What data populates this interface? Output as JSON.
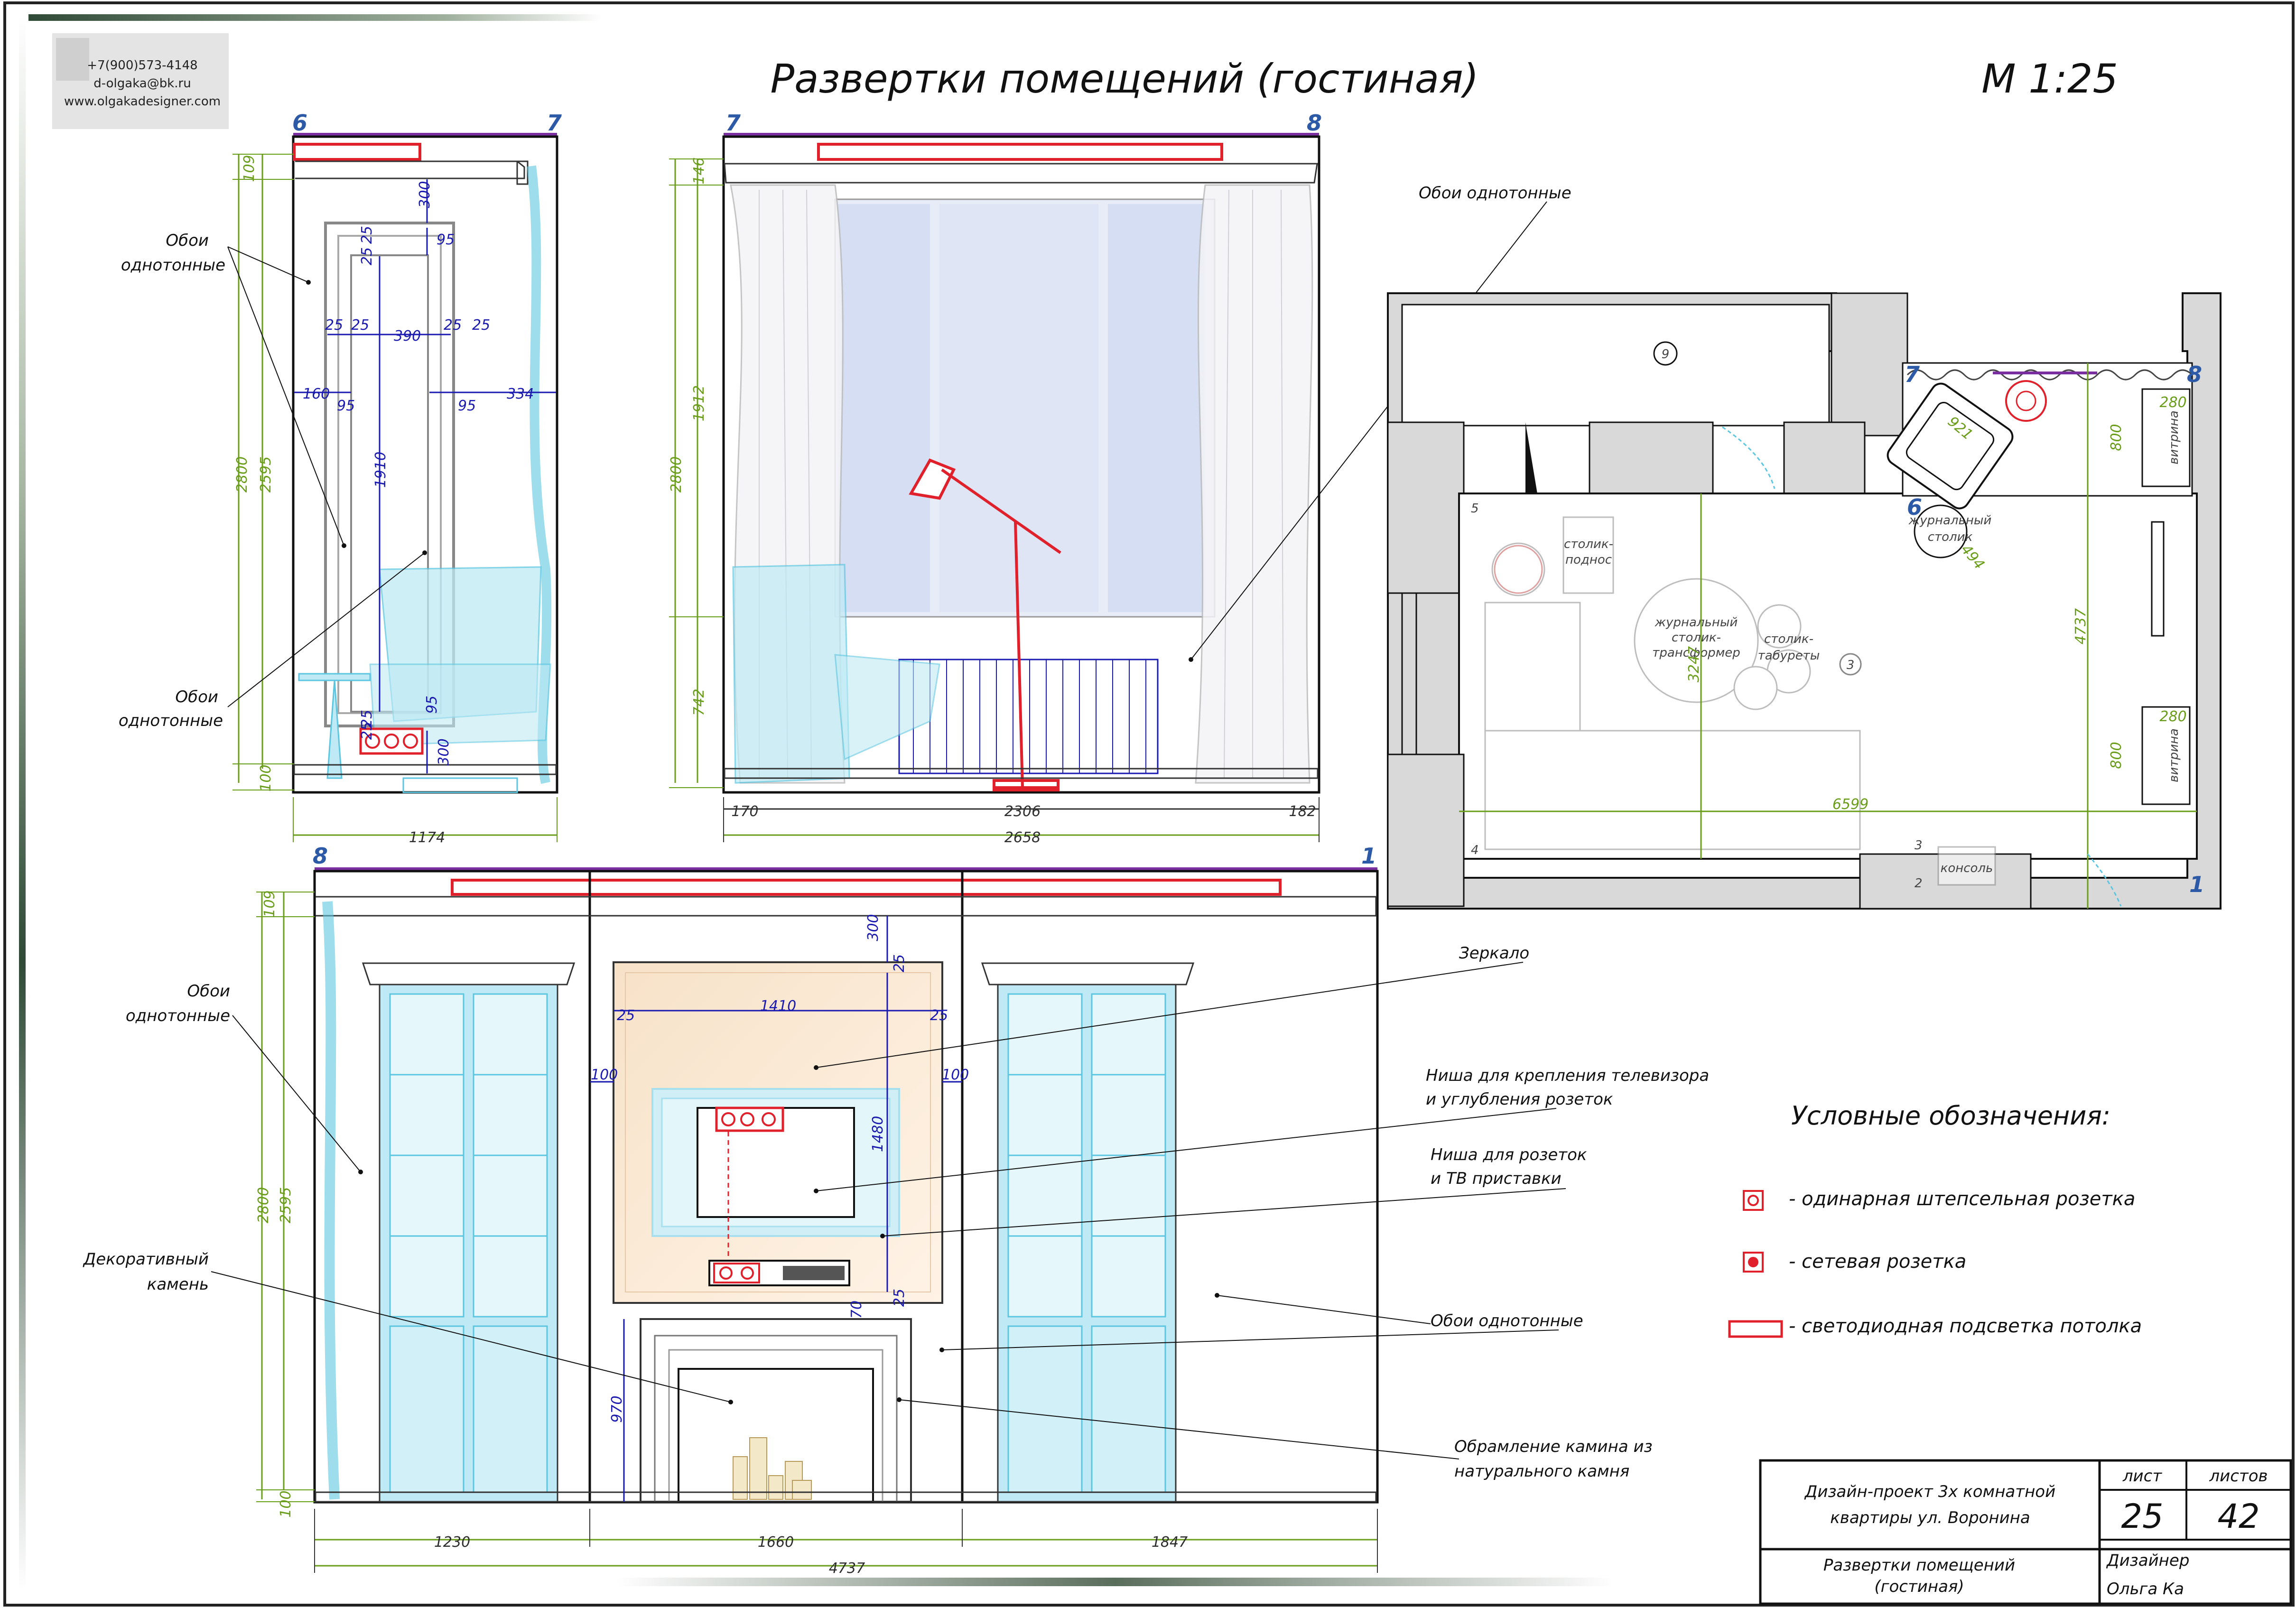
{
  "sheet": {
    "title": "Развертки помещений (гостиная)",
    "scale": "М 1:25"
  },
  "contact": {
    "phone": "+7(900)573-4148",
    "email": "d-olgaka@bk.ru",
    "site": "www.olgakadesigner.com"
  },
  "axes": {
    "a6": "6",
    "a7": "7",
    "a8": "8",
    "a1": "1",
    "b7": "7",
    "b8": "8",
    "c8": "8",
    "c1": "1"
  },
  "notes": {
    "wallpaper": "Обои",
    "wallpaper2": "однотонные",
    "wallpaper_one": "Обои однотонные",
    "mirror": "Зеркало",
    "tv_niche_1": "Ниша для крепления телевизора",
    "tv_niche_2": "и углубления розеток",
    "socket_niche_1": "Ниша для розеток",
    "socket_niche_2": "и ТВ приставки",
    "stone_1": "Декоративный",
    "stone_2": "камень",
    "fireplace_1": "Обрамление камина из",
    "fireplace_2": "натурального камня"
  },
  "dims_left": {
    "d109": "109",
    "d2800": "2800",
    "d2595": "2595",
    "d100": "100",
    "d300a": "300",
    "d25a": "25",
    "d25b": "25",
    "d95a": "95",
    "d25c": "25",
    "d25d": "25",
    "d390": "390",
    "d25e": "25",
    "d25f": "25",
    "d160": "160",
    "d95b": "95",
    "d95c": "95",
    "d334": "334",
    "d1910": "1910",
    "d95d": "95",
    "d25g": "25",
    "d25h": "25",
    "d300b": "300",
    "d1174": "1174"
  },
  "dims_mid": {
    "d146": "146",
    "d1912": "1912",
    "d2800": "2800",
    "d742": "742",
    "d170": "170",
    "d2306": "2306",
    "d182": "182",
    "d2658": "2658"
  },
  "dims_bottom": {
    "d109": "109",
    "d2800": "2800",
    "d2595": "2595",
    "d100": "100",
    "d300": "300",
    "d25a": "25",
    "d1410": "1410",
    "d25b": "25",
    "d25c": "25",
    "d100a": "100",
    "d100b": "100",
    "d1480": "1480",
    "d25d": "25",
    "d70": "70",
    "d970": "970",
    "d1230": "1230",
    "d1660": "1660",
    "d1847": "1847",
    "d4737": "4737"
  },
  "plan": {
    "room9": "9",
    "room3": "3",
    "d6599": "6599",
    "d3247": "3247",
    "d4737": "4737",
    "d921": "921",
    "d494": "494",
    "d800a": "800",
    "d800b": "800",
    "d280a": "280",
    "d280b": "280",
    "vitrina1": "витрина",
    "vitrina2": "витрина",
    "coffee_table_1": "журнальный",
    "coffee_table_2": "столик",
    "tray_table_1": "столик-",
    "tray_table_2": "поднос",
    "transformer_1": "журнальный",
    "transformer_2": "столик-",
    "transformer_3": "трансформер",
    "stools_1": "столик-",
    "stools_2": "табуреты",
    "console": "консоль",
    "ax7": "7",
    "ax8": "8",
    "ax6": "6",
    "ax1": "1",
    "n5": "5",
    "n4": "4",
    "n3": "3",
    "n2": "2"
  },
  "legend": {
    "title": "Условные обозначения:",
    "single_socket": "- одинарная штепсельная розетка",
    "network_socket": "- сетевая розетка",
    "led": "- светодиодная подсветка потолка"
  },
  "title_block": {
    "project_1": "Дизайн-проект 3х комнатной",
    "project_2": "квартиры ул. Воронина",
    "sheet_label": "лист",
    "sheets_label": "листов",
    "sheet_no": "25",
    "sheets_total": "42",
    "drawing_1": "Развертки помещений",
    "drawing_2": "(гостиная)",
    "designer_label": "Дизайнер",
    "designer_name": "Ольга Ка"
  },
  "colors": {
    "dim_blue": "#1a1ab0",
    "dim_green": "#6a9e1a",
    "led_red": "#e0202a",
    "glass_cyan": "#bfeaf5",
    "wall_grey": "#d9d9d9",
    "axis_blue": "#2d5aa6"
  }
}
